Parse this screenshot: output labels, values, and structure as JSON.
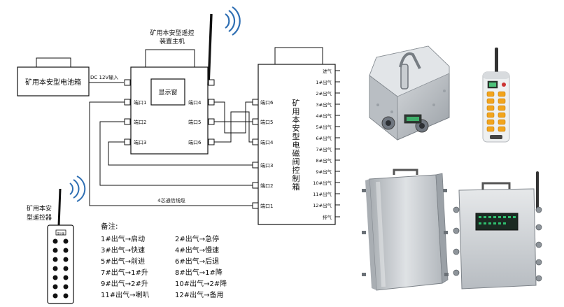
{
  "battery": {
    "label": "矿用本安型电池箱"
  },
  "dc_input": {
    "label": "DC 12V输入"
  },
  "host": {
    "title_line1": "矿用本安型遥控",
    "title_line2": "装置主机",
    "display_label": "显示窗",
    "ports_left": [
      "端口1",
      "端口2",
      "端口3"
    ],
    "ports_right": [
      "端口4",
      "端口5",
      "端口6"
    ]
  },
  "valve_box": {
    "title_chars": [
      "矿",
      "用",
      "本",
      "安",
      "型",
      "电",
      "磁",
      "阀",
      "控",
      "制",
      "箱"
    ],
    "ports": [
      "端口6",
      "端口5",
      "端口4",
      "端口3",
      "端口2",
      "端口1"
    ],
    "outputs": [
      "进气",
      "1#出气",
      "2#出气",
      "3#出气",
      "4#出气",
      "5#出气",
      "6#出气",
      "7#出气",
      "8#出气",
      "9#出气",
      "10#出气",
      "11#出气",
      "12#出气",
      "排气"
    ]
  },
  "cable_label": "4芯通信线缆",
  "remote": {
    "title_line1": "矿用本安",
    "title_line2": "型遥控器",
    "screen_label": "显示窗"
  },
  "notes": {
    "heading": "备注:",
    "items": [
      "1#出气→启动",
      "2#出气→急停",
      "3#出气→快速",
      "4#出气→慢速",
      "5#出气→前进",
      "6#出气→后退",
      "7#出气→1#升",
      "8#出气→1#降",
      "9#出气→2#升",
      "10#出气→2#降",
      "11#出气→喇叭",
      "12#出气→备用"
    ]
  },
  "colors": {
    "line": "#111111",
    "steel_light": "#d9dcdf",
    "steel_dark": "#8f959b",
    "panel_green": "#1f8f5a",
    "button_orange": "#f2a41c",
    "handset_white": "#f1f1f1"
  }
}
